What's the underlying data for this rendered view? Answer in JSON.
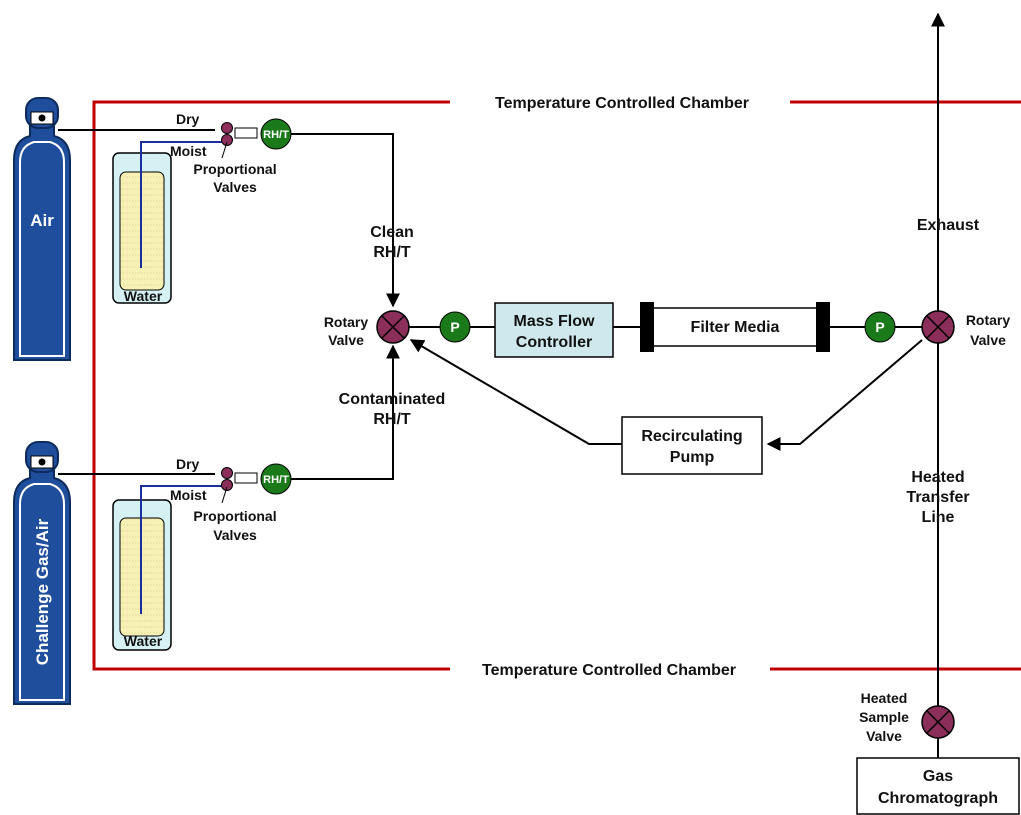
{
  "chamber": {
    "top_label": "Temperature Controlled Chamber",
    "bottom_label": "Temperature Controlled Chamber",
    "border_color": "#c00000"
  },
  "cylinders": {
    "top": "Air",
    "bottom": "Challenge Gas/Air",
    "color": "#1f4e9c"
  },
  "humidifiers": {
    "top": {
      "water": "Water",
      "dry": "Dry",
      "moist": "Moist",
      "valves_line1": "Proportional",
      "valves_line2": "Valves",
      "sensor": "RH/T"
    },
    "bottom": {
      "water": "Water",
      "dry": "Dry",
      "moist": "Moist",
      "valves_line1": "Proportional",
      "valves_line2": "Valves",
      "sensor": "RH/T"
    }
  },
  "streams": {
    "clean_line1": "Clean",
    "clean_line2": "RH/T",
    "contaminated_line1": "Contaminated",
    "contaminated_line2": "RH/T"
  },
  "rotary_left": {
    "line1": "Rotary",
    "line2": "Valve"
  },
  "rotary_right": {
    "line1": "Rotary",
    "line2": "Valve"
  },
  "pressure_left": "P",
  "pressure_right": "P",
  "mass_flow": {
    "line1": "Mass Flow",
    "line2": "Controller",
    "fill": "#cfe8ee"
  },
  "filter_media": "Filter Media",
  "recirculating_pump": {
    "line1": "Recirculating",
    "line2": "Pump"
  },
  "exhaust": "Exhaust",
  "transfer_line": {
    "line1": "Heated",
    "line2": "Transfer",
    "line3": "Line"
  },
  "sample_valve": {
    "line1": "Heated",
    "line2": "Sample",
    "line3": "Valve"
  },
  "gc": {
    "line1": "Gas",
    "line2": "Chromatograph"
  },
  "colors": {
    "valve_fill": "#8b2f5a",
    "sensor_fill": "#1a7a1a",
    "water_fill": "#f7f1b5",
    "beaker_fill": "#d6f1f4"
  }
}
